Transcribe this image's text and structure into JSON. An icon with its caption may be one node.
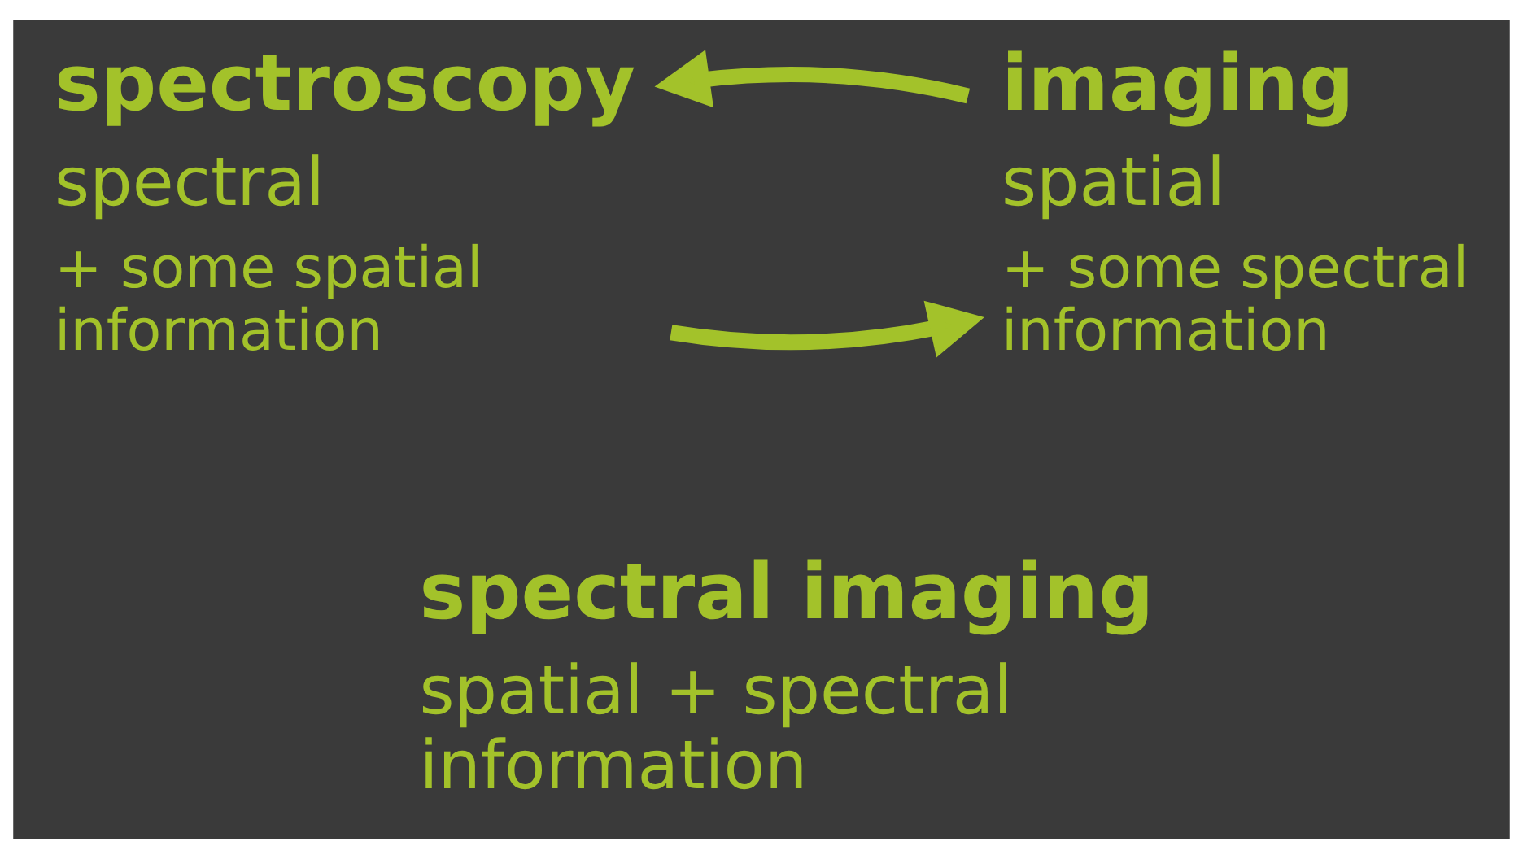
{
  "diagram": {
    "nodes": [
      {
        "text": [
          "spectroscopy",
          "spectral",
          "+ some spatial information"
        ]
      },
      {
        "text": [
          "imaging",
          "spatial",
          "+ some spectral information"
        ]
      },
      {
        "text": [
          "spectral imaging",
          "spatial + spectral information"
        ]
      }
    ],
    "edges": [
      {
        "from": 0,
        "to": 1,
        "arrow": "to"
      },
      {
        "from": 1,
        "to": 0,
        "arrow": "to"
      }
    ]
  }
}
